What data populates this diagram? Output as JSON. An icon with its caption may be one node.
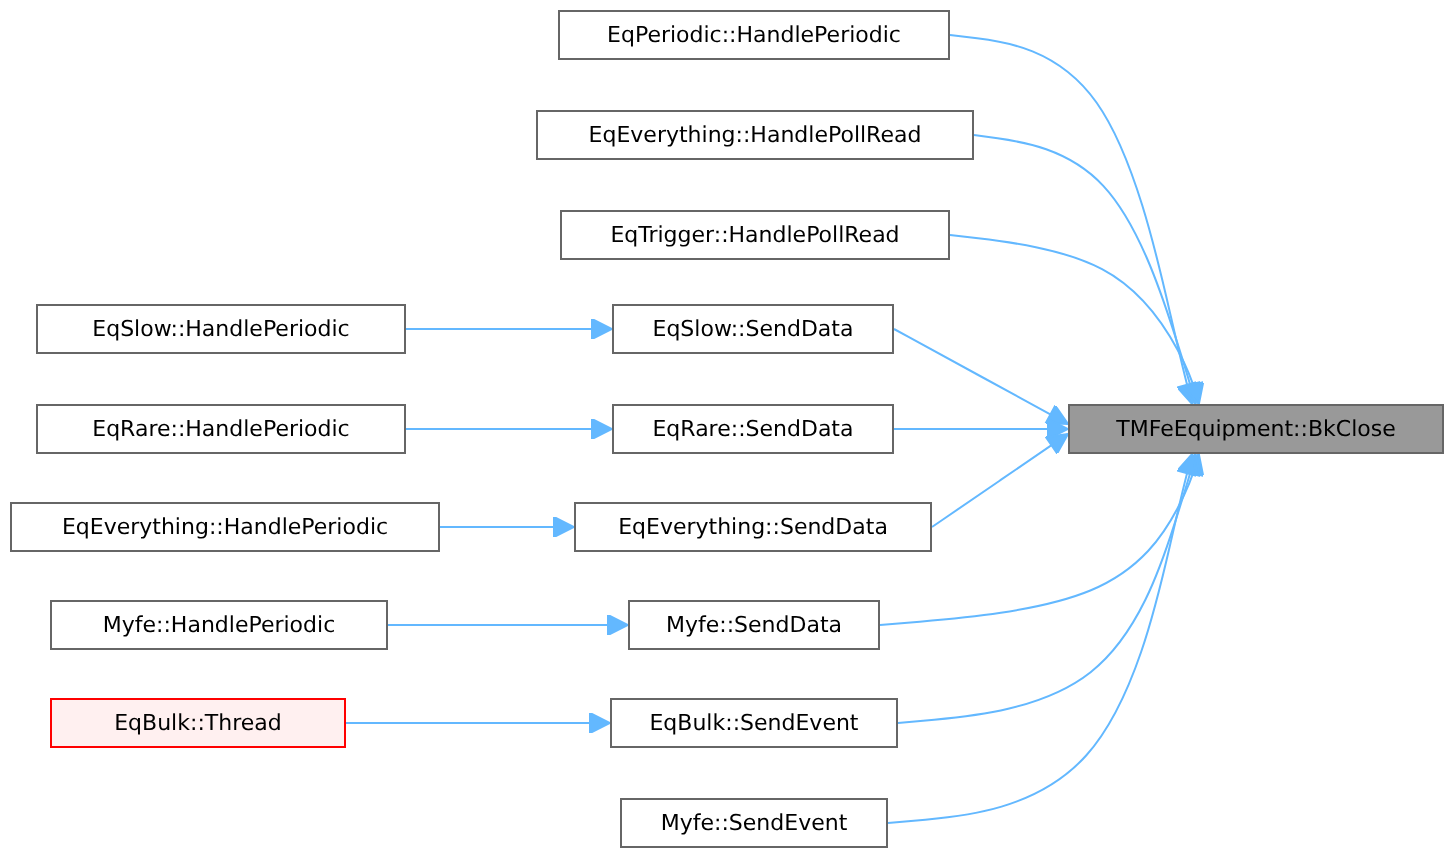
{
  "diagram": {
    "nodes": [
      {
        "text": [
          "EqPeriodic::HandlePeriodic"
        ]
      },
      {
        "text": [
          "EqEverything::HandlePollRead"
        ]
      },
      {
        "text": [
          "EqTrigger::HandlePollRead"
        ]
      },
      {
        "text": [
          "EqSlow::HandlePeriodic"
        ]
      },
      {
        "text": [
          "EqSlow::SendData"
        ]
      },
      {
        "text": [
          "TMFeEquipment::BkClose"
        ]
      },
      {
        "text": [
          "EqRare::HandlePeriodic"
        ]
      },
      {
        "text": [
          "EqRare::SendData"
        ]
      },
      {
        "text": [
          "EqEverything::HandlePeriodic"
        ]
      },
      {
        "text": [
          "EqEverything::SendData"
        ]
      },
      {
        "text": [
          "Myfe::HandlePeriodic"
        ]
      },
      {
        "text": [
          "Myfe::SendData"
        ]
      },
      {
        "text": [
          "EqBulk::Thread"
        ]
      },
      {
        "text": [
          "EqBulk::SendEvent"
        ]
      },
      {
        "text": [
          "Myfe::SendEvent"
        ]
      }
    ],
    "edges": [
      {
        "from": 0,
        "to": 5,
        "arrow": "to"
      },
      {
        "from": 1,
        "to": 5,
        "arrow": "to"
      },
      {
        "from": 2,
        "to": 5,
        "arrow": "to"
      },
      {
        "from": 3,
        "to": 4,
        "arrow": "to"
      },
      {
        "from": 4,
        "to": 5,
        "arrow": "to"
      },
      {
        "from": 6,
        "to": 7,
        "arrow": "to"
      },
      {
        "from": 7,
        "to": 5,
        "arrow": "to"
      },
      {
        "from": 8,
        "to": 9,
        "arrow": "to"
      },
      {
        "from": 9,
        "to": 5,
        "arrow": "to"
      },
      {
        "from": 10,
        "to": 11,
        "arrow": "to"
      },
      {
        "from": 11,
        "to": 5,
        "arrow": "to"
      },
      {
        "from": 12,
        "to": 13,
        "arrow": "to"
      },
      {
        "from": 13,
        "to": 5,
        "arrow": "to"
      },
      {
        "from": 14,
        "to": 5,
        "arrow": "to"
      }
    ]
  }
}
